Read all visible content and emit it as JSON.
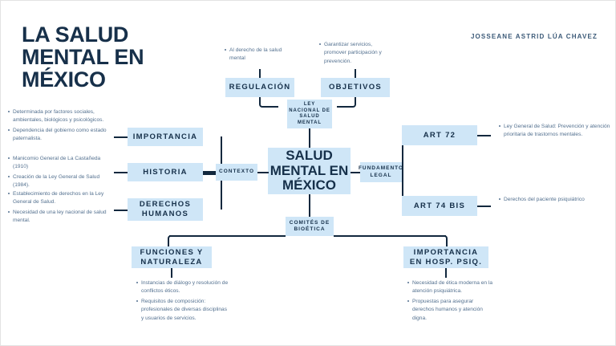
{
  "document": {
    "title": "LA SALUD\nMENTAL EN\nMÉXICO",
    "author": "JOSSEANE ASTRID LÚA CHAVEZ",
    "accent_box_color": "#cfe6f7",
    "title_color": "#17304a",
    "connector_color": "#12283e",
    "body_text_color": "#53708f",
    "background_color": "#ffffff"
  },
  "nodes": {
    "center": "SALUD\nMENTAL EN\nMÉXICO",
    "ley": "LEY\nNACIONAL DE\nSALUD\nMENTAL",
    "regulacion": "REGULACIÓN",
    "objetivos": "OBJETIVOS",
    "contexto": "CONTEXTO",
    "importancia": "IMPORTANCIA",
    "historia": "HISTORIA",
    "derechos_humanos": "DERECHOS\nHUMANOS",
    "fundamento_legal": "FUNDAMENTO\nLEGAL",
    "art_72": "ART 72",
    "art_74_bis": "ART 74 BIS",
    "comites": "COMITÉS DE\nBIOÉTICA",
    "funciones": "FUNCIONES Y\nNATURALEZA",
    "importancia_hosp": "IMPORTANCIA\nEN HOSP. PSIQ."
  },
  "bullets": {
    "regulacion": [
      "Al derecho de la salud mental"
    ],
    "objetivos": [
      "Garantizar servicios, promover participación y prevención."
    ],
    "importancia": [
      "Determinada por factores sociales, ambientales, biológicos y psicológicos.",
      "Dependencia del gobierno como estado paternalista."
    ],
    "historia": [
      "Manicomio General de La Castañeda (1910)",
      "Creación de la Ley General de Salud (1984)."
    ],
    "derechos_humanos": [
      "Establecimiento de derechos en la Ley General de Salud.",
      "Necesidad de una ley nacional de salud mental."
    ],
    "art_72": [
      "Ley General de Salud: Prevención y atención prioritaria de trastornos mentales."
    ],
    "art_74_bis": [
      "Derechos del paciente psiquiátrico"
    ],
    "funciones": [
      "Instancias de diálogo y resolución de conflictos éticos.",
      "Requisitos de composición: profesionales de diversas disciplinas y usuarios de servicios."
    ],
    "importancia_hosp": [
      "Necesidad de ética moderna en la atención psiquiátrica.",
      "Propuestas para asegurar derechos humanos y atención digna."
    ]
  }
}
